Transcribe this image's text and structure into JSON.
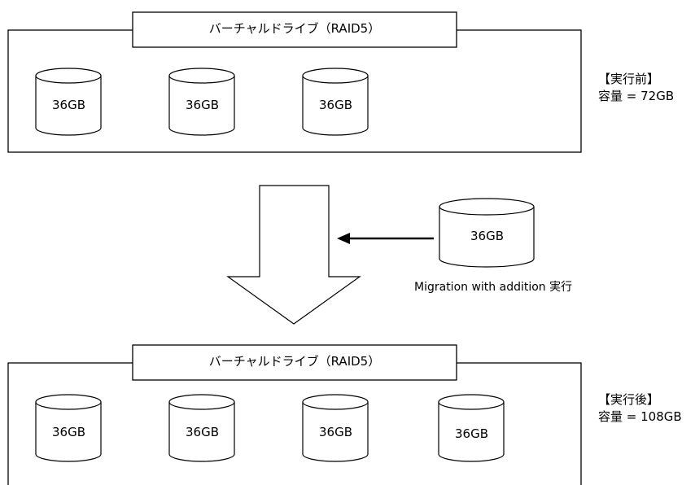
{
  "before": {
    "box_title": "バーチャルドライブ（RAID5）",
    "disks": [
      "36GB",
      "36GB",
      "36GB"
    ],
    "state_label": "【実行前】",
    "capacity_label": "容量 = 72GB"
  },
  "migration": {
    "added_disk": "36GB",
    "action_label": "Migration with addition 実行"
  },
  "after": {
    "box_title": "バーチャルドライブ（RAID5）",
    "disks": [
      "36GB",
      "36GB",
      "36GB",
      "36GB"
    ],
    "state_label": "【実行後】",
    "capacity_label": "容量 = 108GB"
  }
}
